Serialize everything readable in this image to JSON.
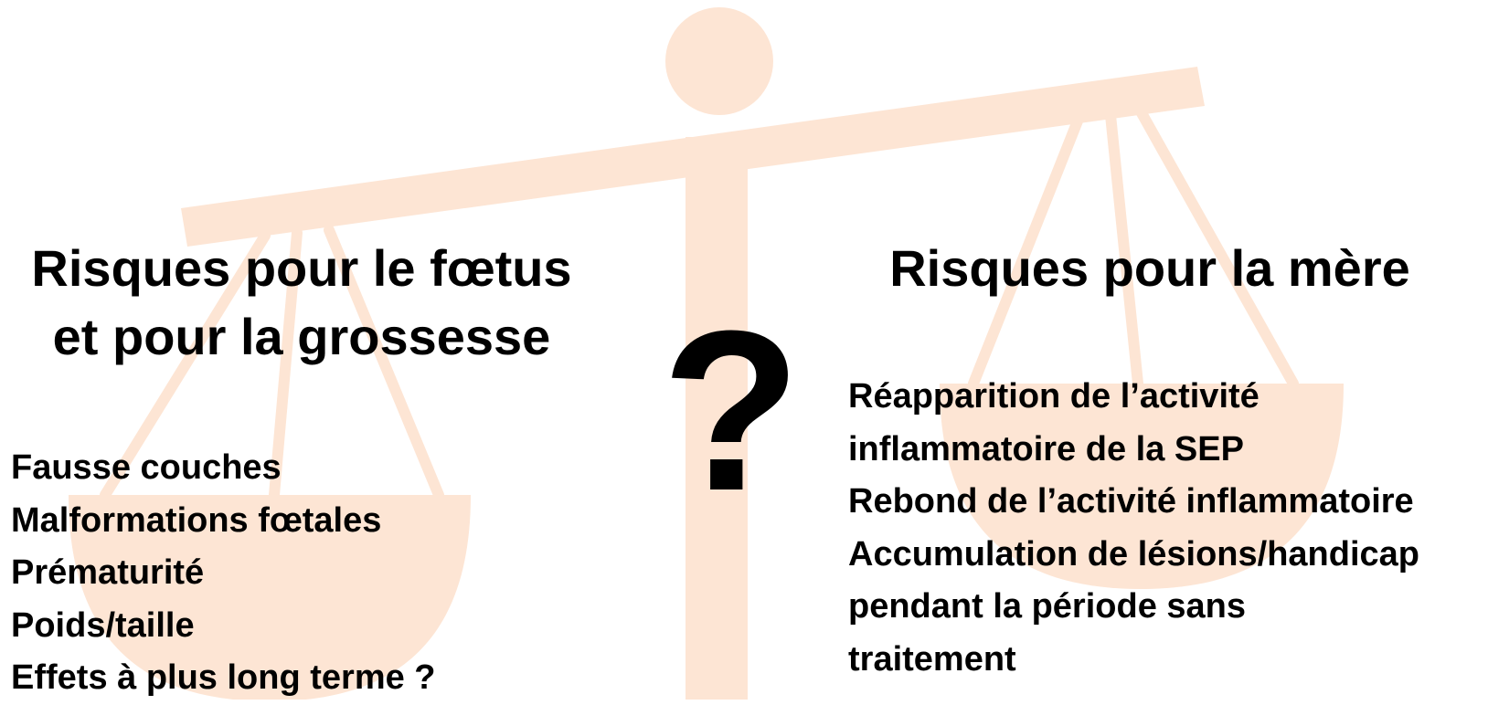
{
  "colors": {
    "scale_fill": "#fde5d4",
    "text": "#000000"
  },
  "icons": {
    "background": "balance-scale-icon"
  },
  "left_panel": {
    "heading_lines": [
      "Risques pour le fœtus",
      "et pour la grossesse"
    ],
    "items": [
      "Fausse couches",
      "Malformations fœtales",
      "Prématurité",
      "Poids/taille",
      "Effets à plus long terme ?"
    ]
  },
  "right_panel": {
    "heading_lines": [
      "Risques pour la mère"
    ],
    "items": [
      "Réapparition de l’activité",
      "inflammatoire de la SEP",
      "Rebond de l’activité inflammatoire",
      "Accumulation de lésions/handicap",
      "pendant la période sans",
      "traitement"
    ]
  },
  "center": {
    "symbol": "?"
  }
}
